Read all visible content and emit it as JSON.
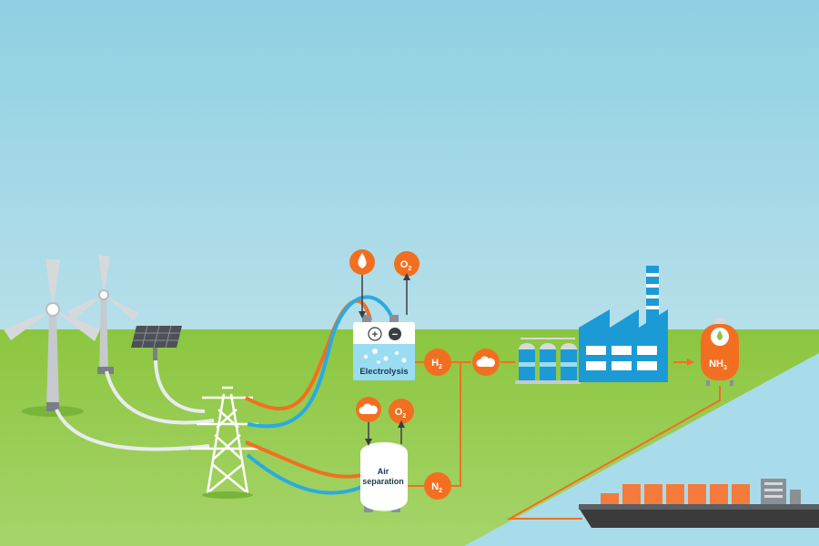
{
  "labels": {
    "electrolysis": "Electrolysis",
    "air_separation_line1": "Air",
    "air_separation_line2": "separation",
    "h2": "H",
    "h2_sub": "2",
    "n2": "N",
    "n2_sub": "2",
    "o2": "O",
    "o2_sub": "2",
    "nh3": "NH",
    "nh3_sub": "3",
    "plus": "+",
    "minus": "−"
  },
  "icons": {
    "water": "water-drop-icon",
    "oxygen": "oxygen-icon",
    "air": "cloud-icon",
    "hydrogen_storage": "cloud-icon"
  },
  "colors": {
    "sky_top": "#8fd0e2",
    "sky_bottom": "#cfe9ee",
    "grass": "#8cc63f",
    "sea": "#a8dcea",
    "orange": "#f26f21",
    "blue": "#29abe2",
    "factory": "#1b9ad6",
    "ship_hull": "#3b3b3b",
    "containers": "#f47b3b",
    "white": "#ffffff",
    "grey": "#b9bcbf"
  }
}
